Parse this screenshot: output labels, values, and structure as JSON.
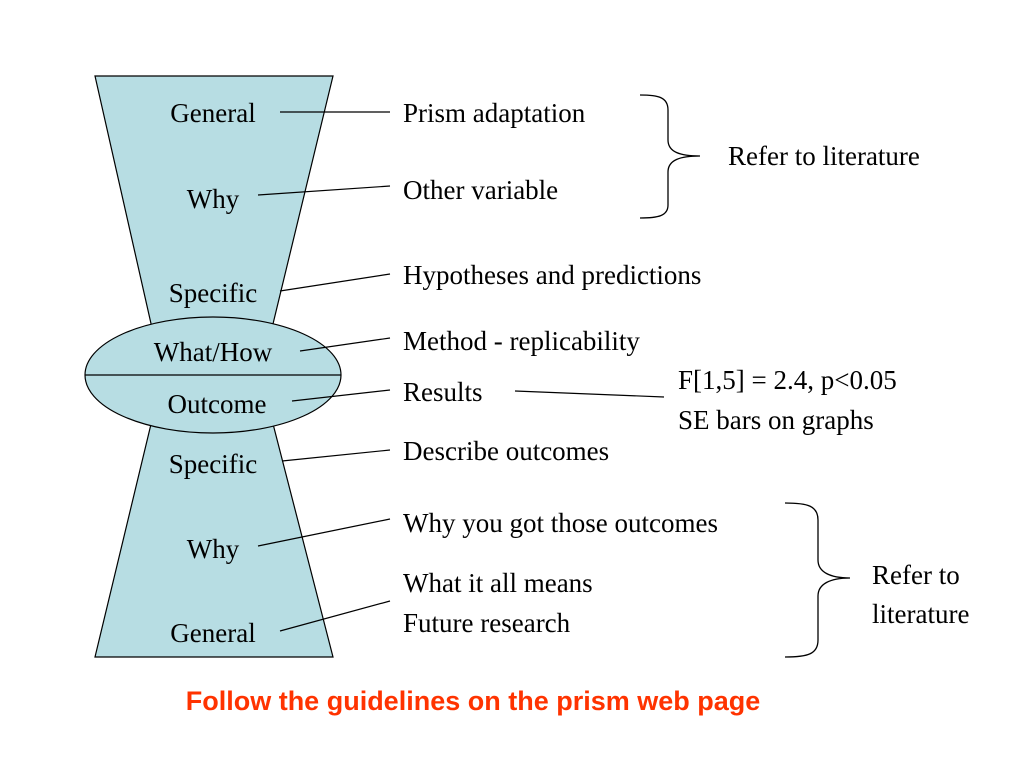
{
  "colors": {
    "shape_fill": "#b7dde3",
    "line": "#000000",
    "footer_text": "#ff3300"
  },
  "hourglass": {
    "top_labels": [
      "General",
      "Why",
      "Specific"
    ],
    "middle_labels": [
      "What/How",
      "Outcome"
    ],
    "bottom_labels": [
      "Specific",
      "Why",
      "General"
    ]
  },
  "sections": {
    "prism_adaptation": "Prism adaptation",
    "other_variable": "Other variable",
    "hypotheses": "Hypotheses and predictions",
    "method": "Method - replicability",
    "results": "Results",
    "describe_outcomes": "Describe outcomes",
    "why_outcomes": "Why you got those outcomes",
    "what_it_means": "What it all means",
    "future_research": "Future research"
  },
  "notes": {
    "stats_line1": "F[1,5] = 2.4, p<0.05",
    "stats_line2": "SE bars on graphs",
    "refer_top": "Refer to literature",
    "refer_bottom_line1": "Refer to",
    "refer_bottom_line2": "literature"
  },
  "footer": {
    "text": "Follow the guidelines on the prism web page"
  }
}
